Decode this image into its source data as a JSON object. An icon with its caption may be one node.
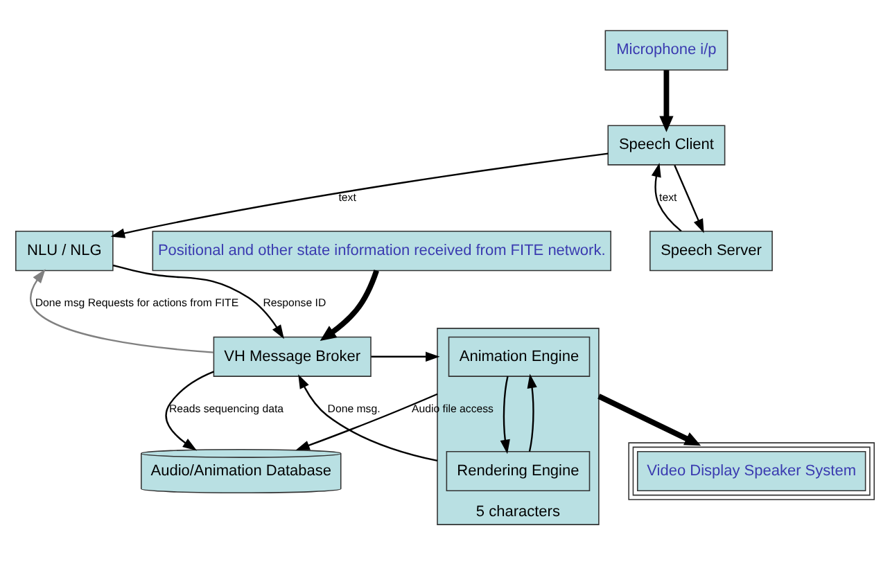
{
  "diagram": {
    "nodes": [
      {
        "text": [
          "Microphone i/p"
        ]
      },
      {
        "text": [
          "Speech Client"
        ]
      },
      {
        "text": [
          "NLU / NLG"
        ]
      },
      {
        "text": [
          "Speech Server"
        ]
      },
      {
        "text": [
          "Audio/Animation Database"
        ]
      },
      {
        "text": [
          "VH Message Broker"
        ]
      },
      {
        "text": [
          "Positional and other state information received from FITE network."
        ]
      },
      {
        "text": [],
        "shape": "box",
        "beside": [
          "5 characters"
        ]
      },
      {
        "text": [
          "Animation Engine"
        ],
        "in": 7
      },
      {
        "text": [
          "Rendering Engine"
        ],
        "in": 7
      },
      {
        "text": [
          "Video Display Speaker System"
        ]
      }
    ],
    "edges": [
      {
        "from": 0,
        "to": 1,
        "arrow": "to",
        "style": "thick"
      },
      {
        "from": 1,
        "to": 2,
        "arrow": "to",
        "label": "text"
      },
      {
        "from": 1,
        "to": 3,
        "arrow": "to"
      },
      {
        "from": 3,
        "to": 1,
        "arrow": "to",
        "label": "text"
      },
      {
        "from": 2,
        "to": 5,
        "arrow": "to",
        "label": "Response ID"
      },
      {
        "from": 5,
        "to": 2,
        "arrow": "to",
        "label": "Done msg Requests for actions from FITE",
        "color": "#808080"
      },
      {
        "from": 5,
        "to": 4,
        "arrow": "to",
        "label": "Reads sequencing data"
      },
      {
        "from": 7,
        "to": 4,
        "arrow": "to",
        "label": "Audio file access"
      },
      {
        "from": 5,
        "to": 7,
        "arrow": "to"
      },
      {
        "from": 7,
        "to": 5,
        "arrow": "to",
        "label": "Done msg."
      },
      {
        "from": 6,
        "to": 5,
        "arrow": "to",
        "style": "thick"
      },
      {
        "from": 8,
        "to": 9,
        "arrow": "to"
      },
      {
        "from": 9,
        "to": 8,
        "arrow": "to"
      },
      {
        "from": 7,
        "to": 10,
        "arrow": "to",
        "style": "thick"
      }
    ]
  }
}
